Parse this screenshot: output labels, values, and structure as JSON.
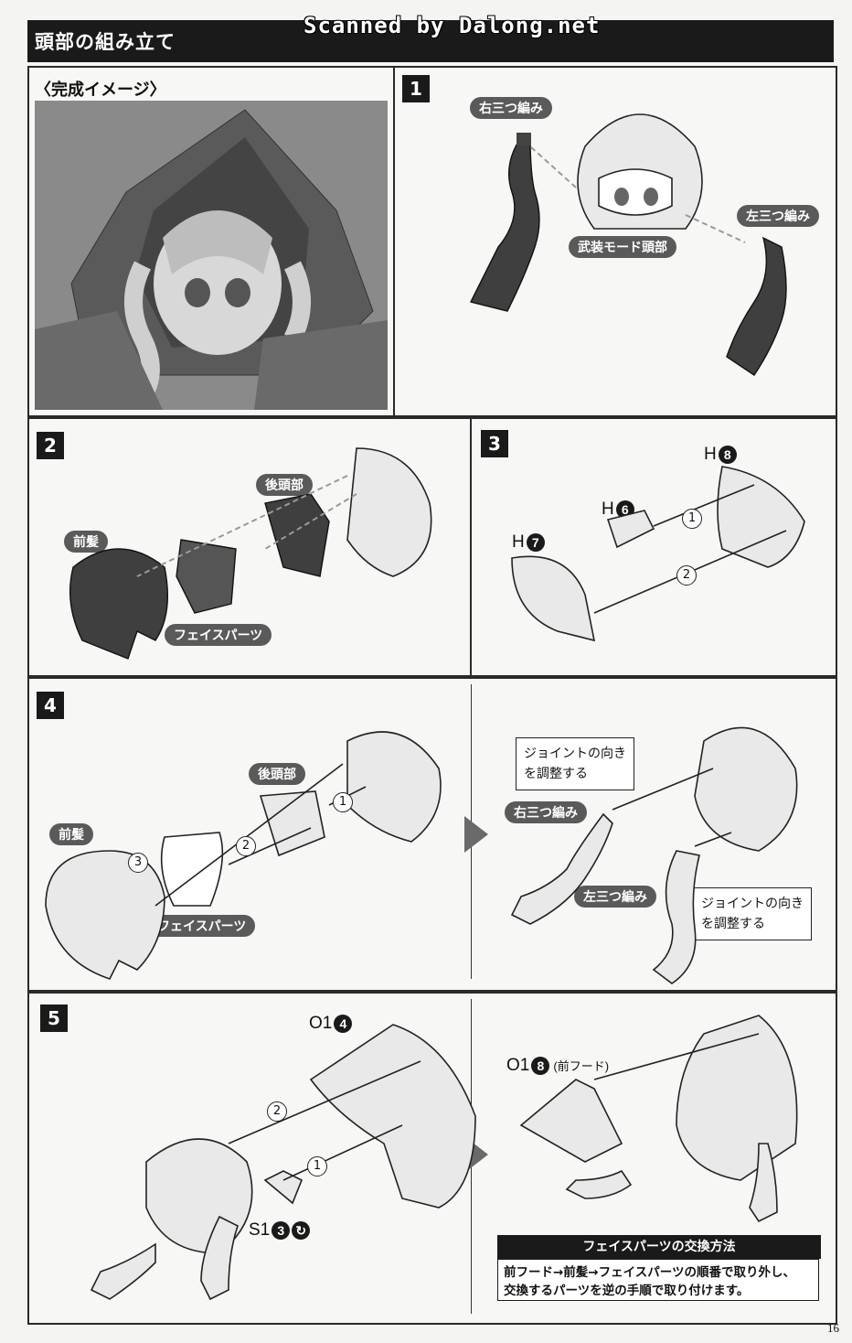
{
  "header": {
    "title": "頭部の組み立て",
    "watermark": "Scanned by Dalong.net"
  },
  "preview": {
    "label": "〈完成イメージ〉"
  },
  "steps": [
    {
      "number": "1",
      "labels": {
        "right_braid": "右三つ編み",
        "head": "武装モード頭部",
        "left_braid": "左三つ編み"
      }
    },
    {
      "number": "2",
      "labels": {
        "back_head": "後頭部",
        "bangs": "前髪",
        "face": "フェイスパーツ"
      }
    },
    {
      "number": "3",
      "parts": [
        {
          "code": "H",
          "num": "8"
        },
        {
          "code": "H",
          "num": "6"
        },
        {
          "code": "H",
          "num": "7"
        }
      ],
      "order": [
        "1",
        "2"
      ]
    },
    {
      "number": "4",
      "labels": {
        "back_head": "後頭部",
        "bangs": "前髪",
        "face": "フェイスパーツ",
        "right_braid": "右三つ編み",
        "left_braid": "左三つ編み"
      },
      "order": [
        "1",
        "2",
        "3"
      ],
      "tips": [
        "ジョイントの向き\nを調整する",
        "ジョイントの向き\nを調整する"
      ]
    },
    {
      "number": "5",
      "parts": [
        {
          "code": "O1",
          "num": "4"
        },
        {
          "code": "S1",
          "num": "3"
        },
        {
          "code": "O1",
          "num": "8",
          "note": "(前フード)"
        }
      ],
      "order": [
        "1",
        "2"
      ]
    }
  ],
  "info_box": {
    "title": "フェイスパーツの交換方法",
    "line1": "前フード→前髪→フェイスパーツの順番で取り外し、",
    "line2": "交換するパーツを逆の手順で取り付けます。"
  },
  "page_number": "16"
}
